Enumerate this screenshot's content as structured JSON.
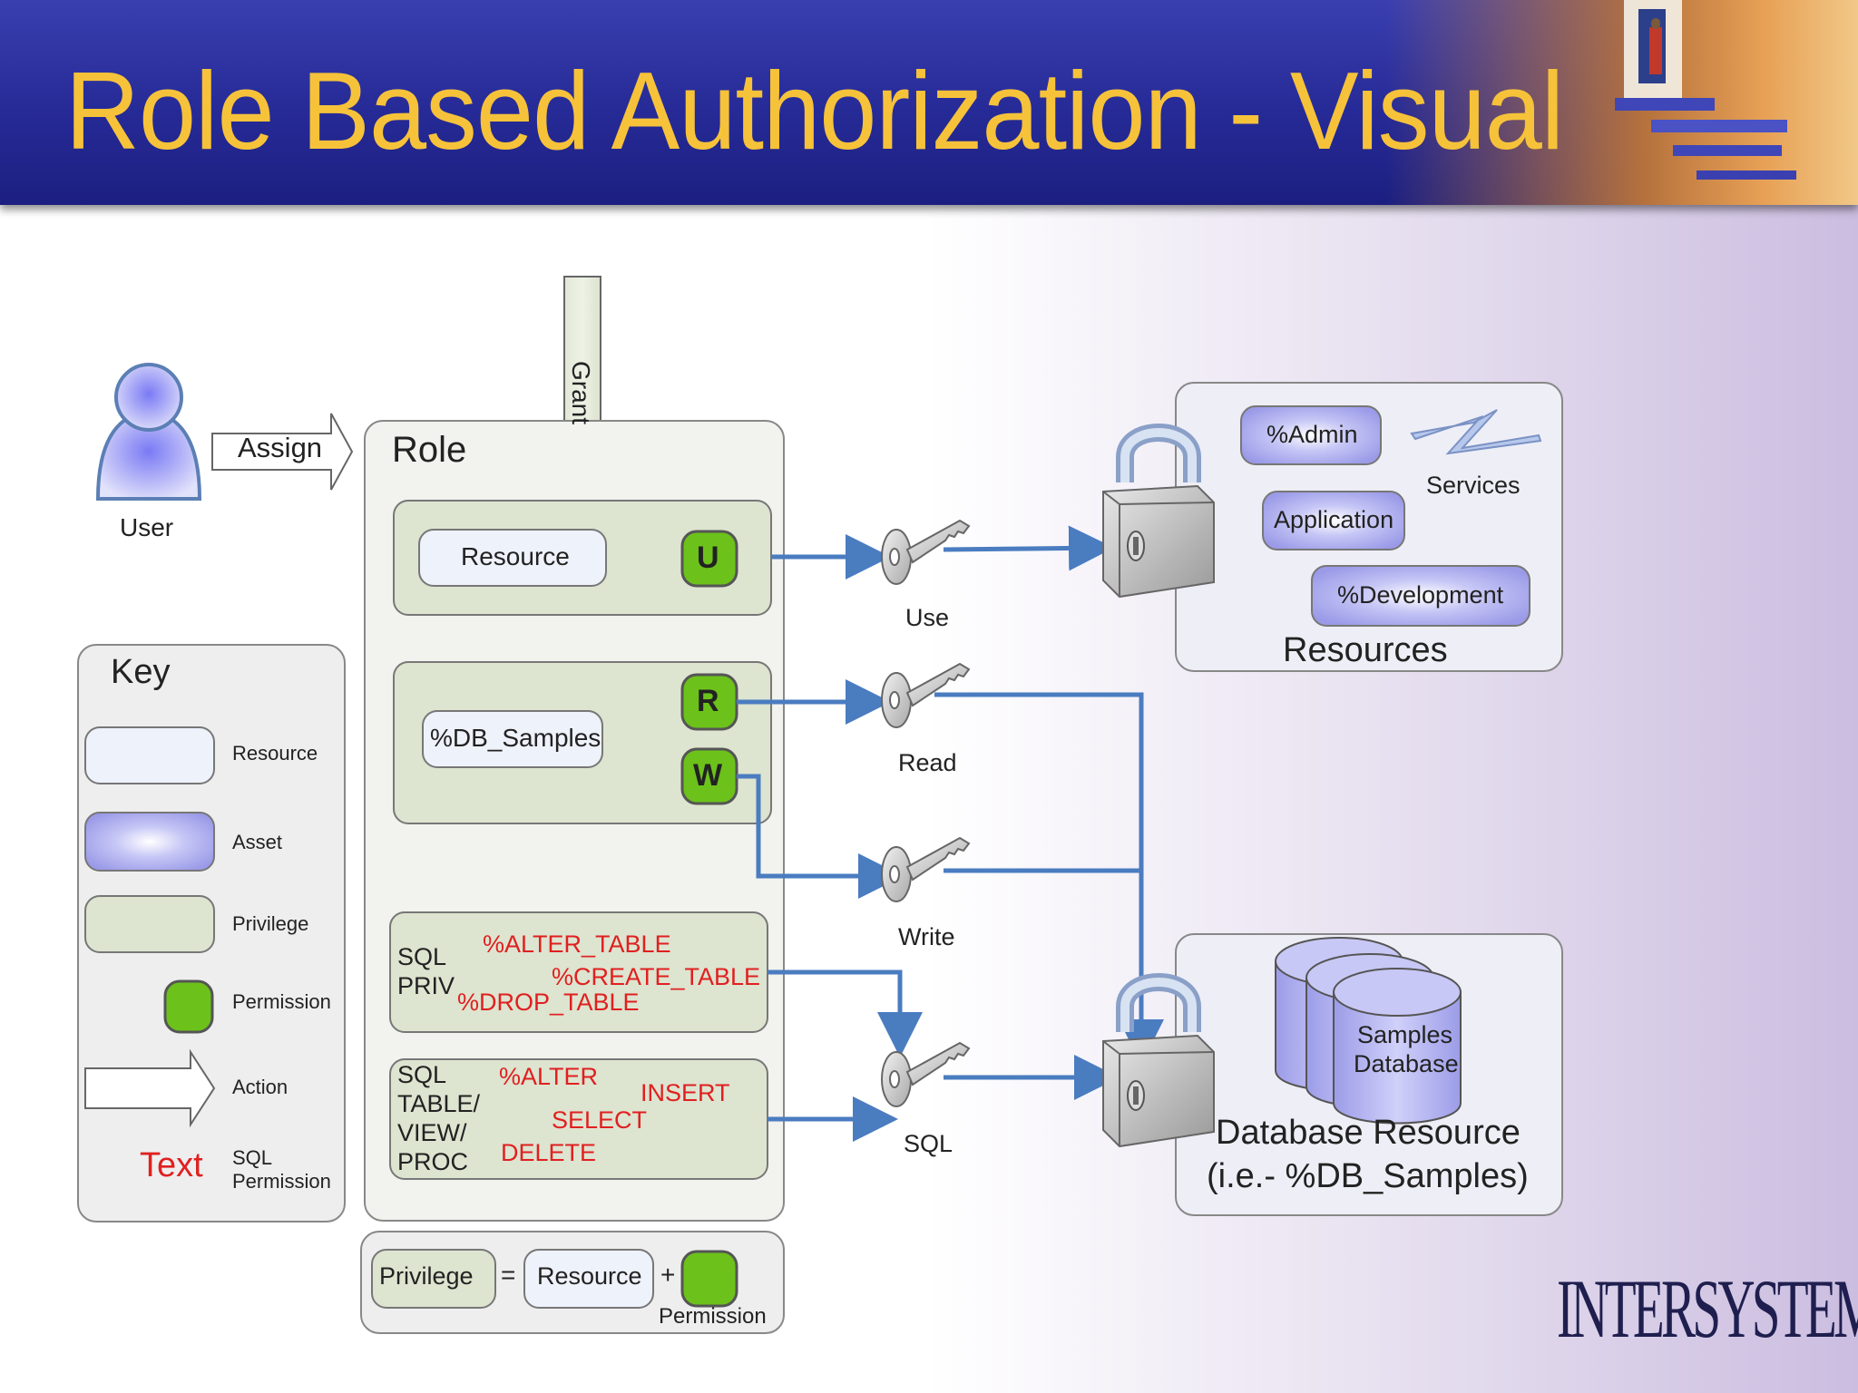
{
  "slide": {
    "title": "Role Based Authorization - Visual",
    "logo": "INTERSYSTEMS"
  },
  "colors": {
    "title": "#f6c23a",
    "header": "#262a96",
    "resource_fill": "#eef2fb",
    "asset_fill": "#b9b9f4",
    "privilege_fill": "#dde4d0",
    "permission_fill": "#6cc21a",
    "sql_text": "#e02020",
    "arrow": "#4a7cc0"
  },
  "diagram": {
    "user": {
      "label": "User"
    },
    "assign": {
      "label": "Assign"
    },
    "grant": {
      "label": "Grant"
    },
    "role": {
      "label": "Role"
    },
    "priv_use": {
      "resource": "Resource",
      "permission": "U"
    },
    "priv_db": {
      "resource": "%DB_Samples",
      "perm_r": "R",
      "perm_w": "W"
    },
    "sql_priv": {
      "label_1": "SQL",
      "label_2": "PRIV",
      "items": [
        "%ALTER_TABLE",
        "%CREATE_TABLE",
        "%DROP_TABLE"
      ]
    },
    "sql_table": {
      "label_lines": [
        "SQL",
        "TABLE/",
        "VIEW/",
        "PROC"
      ],
      "items": [
        "%ALTER",
        "INSERT",
        "SELECT",
        "DELETE"
      ]
    },
    "keys": {
      "use": "Use",
      "read": "Read",
      "write": "Write",
      "sql": "SQL"
    },
    "resources": {
      "title": "Resources",
      "items": [
        "%Admin",
        "Application",
        "%Development"
      ],
      "services": "Services"
    },
    "database": {
      "cylinder_line1": "Samples",
      "cylinder_line2": "Database",
      "title_line1": "Database Resource",
      "title_line2": "(i.e.- %DB_Samples)"
    },
    "key_legend": {
      "title": "Key",
      "resource": "Resource",
      "asset": "Asset",
      "privilege": "Privilege",
      "permission": "Permission",
      "action": "Action",
      "text_sample": "Text",
      "sql_perm_line1": "SQL",
      "sql_perm_line2": "Permission"
    },
    "formula": {
      "privilege": "Privilege",
      "equals": "=",
      "resource": "Resource",
      "plus": "+",
      "permission": "Permission"
    }
  }
}
